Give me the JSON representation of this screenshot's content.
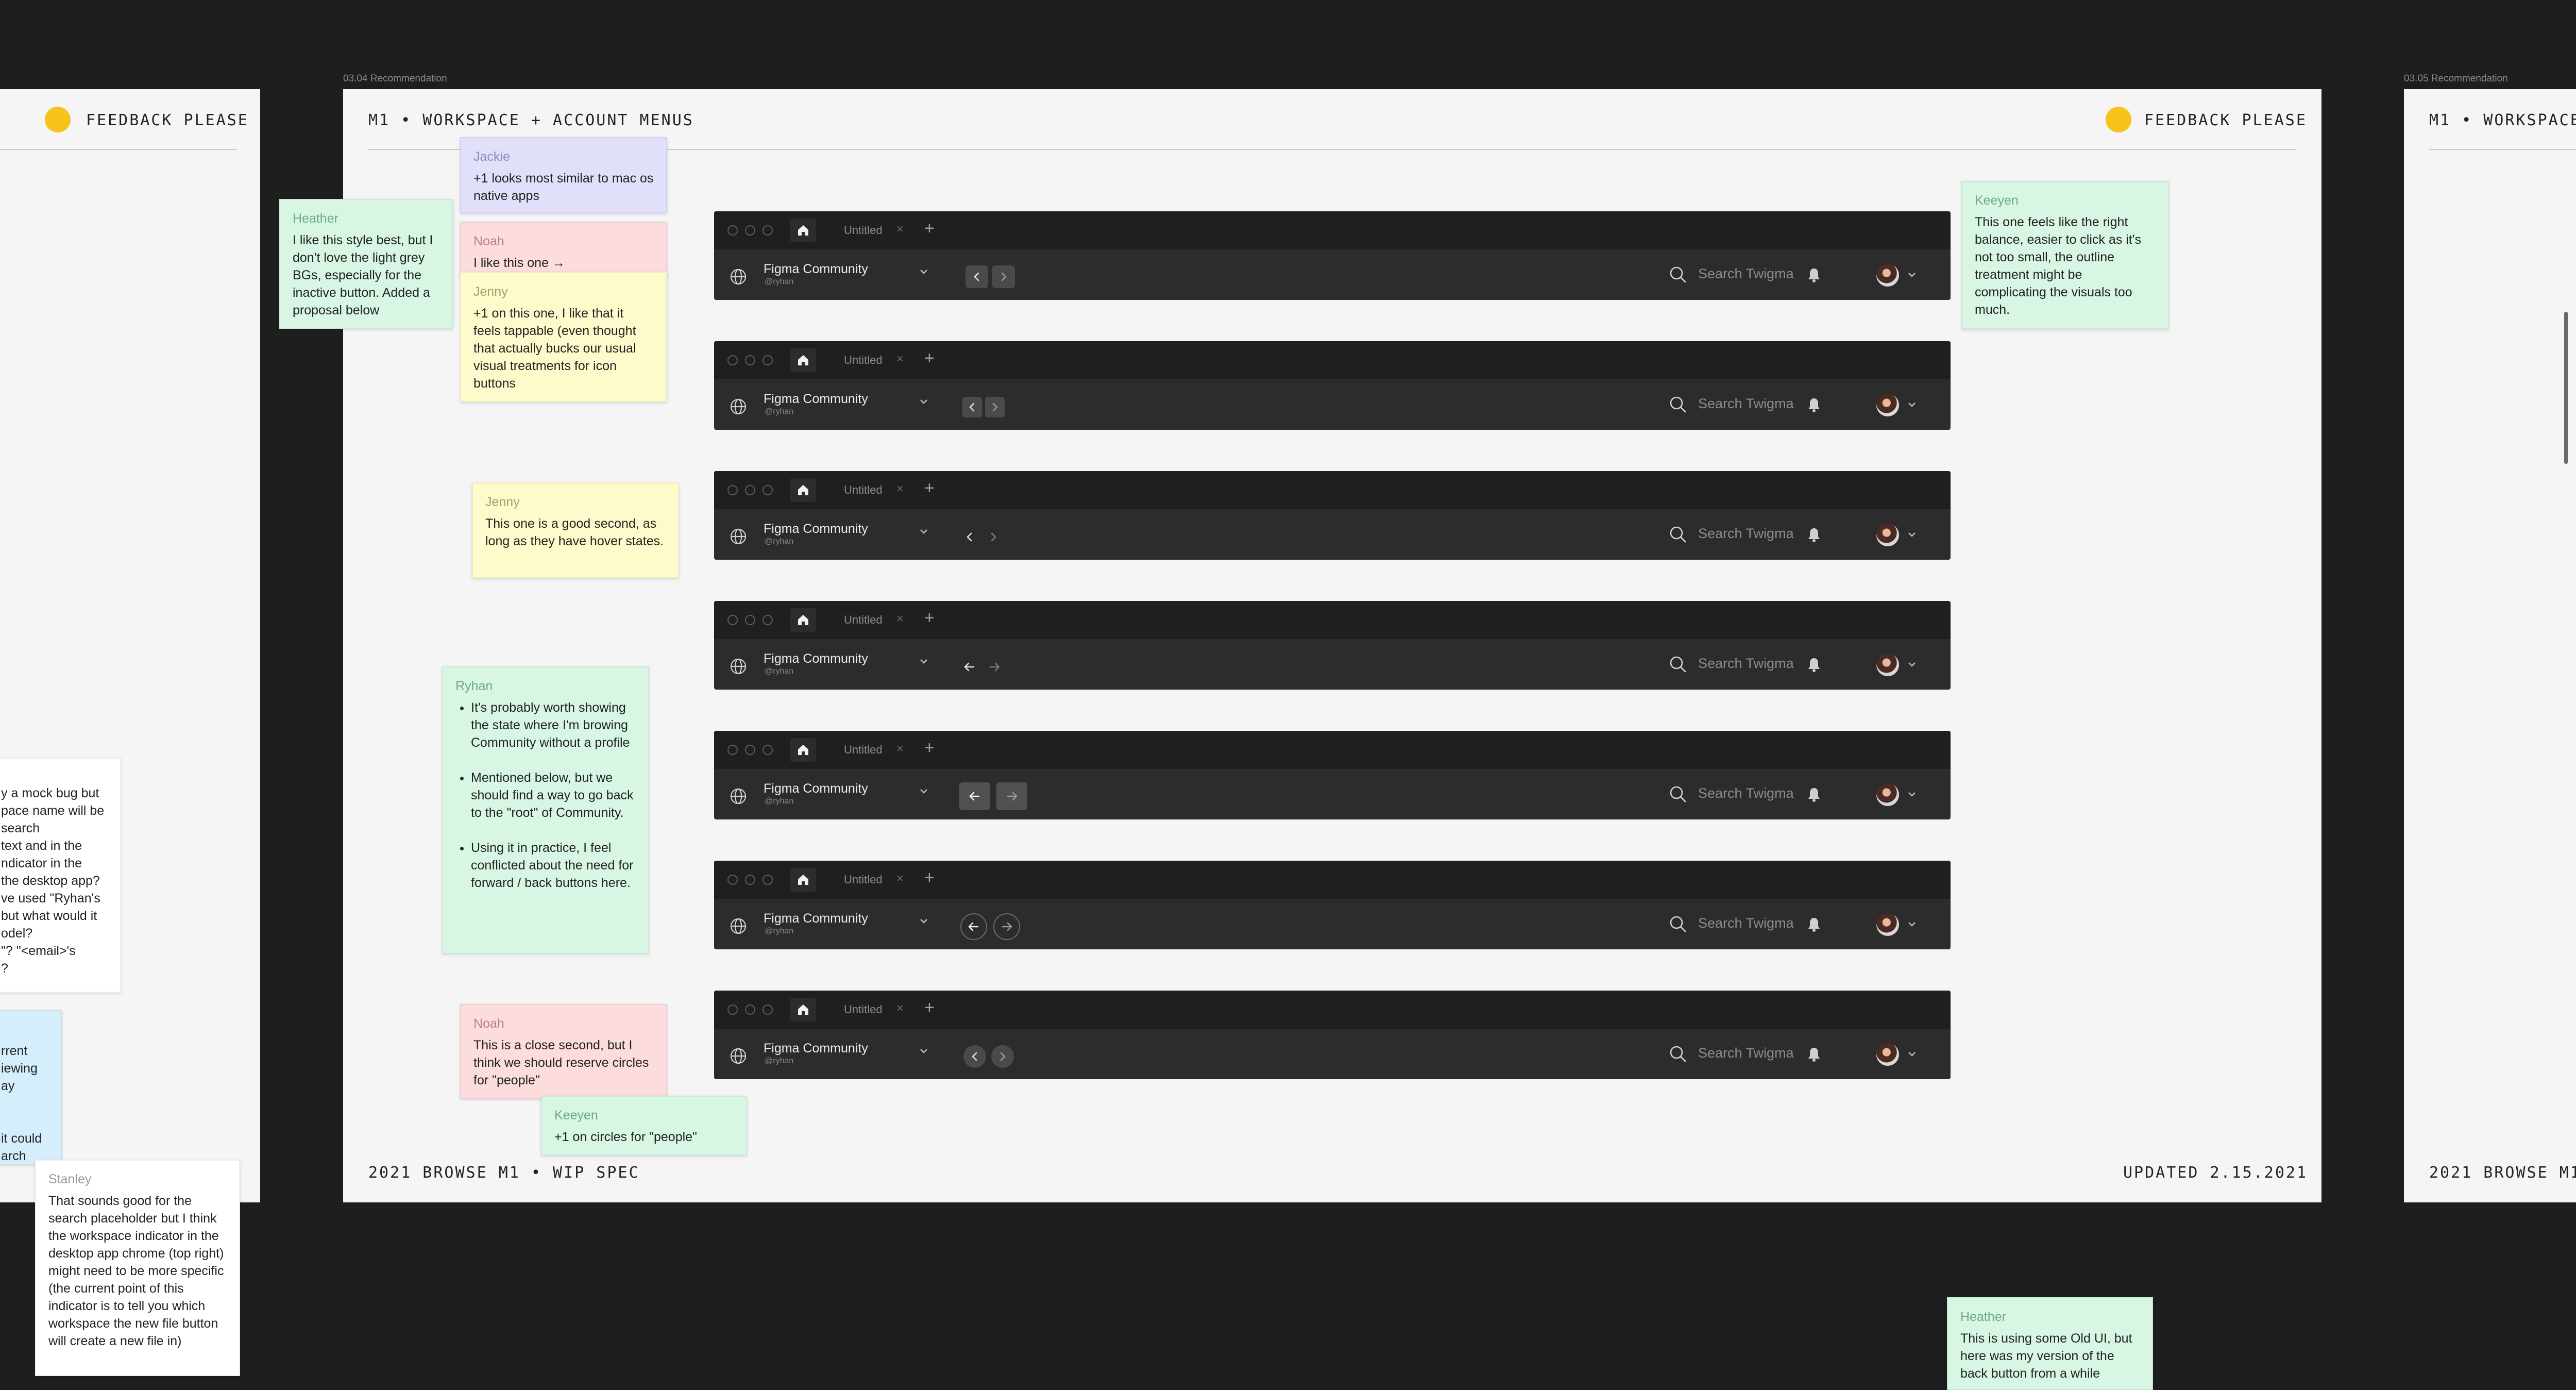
{
  "frames": {
    "left": {
      "header_label": "FEEDBACK PLEASE"
    },
    "main": {
      "label": "03.04 Recommendation",
      "header_title": "M1  •  WORKSPACE + ACCOUNT MENUS",
      "header_label": "FEEDBACK PLEASE",
      "footer_left": "2021 BROWSE M1  •  WIP SPEC",
      "footer_right": "UPDATED 2.15.2021"
    },
    "right": {
      "label": "03.05 Recommendation",
      "header_title": "M1  •  WORKSPACE",
      "footer_left": "2021 BROWSE M1"
    }
  },
  "chrome": {
    "tab_title": "Untitled",
    "tab_close": "×",
    "tab_add": "+",
    "workspace_name": "Figma Community",
    "workspace_user": "@ryhan",
    "search_placeholder": "Search Twigma"
  },
  "notes": {
    "heather_top": {
      "author": "Heather",
      "text": "I like this style best, but I don't love the light grey BGs, especially for the inactive button. Added a proposal below"
    },
    "jackie": {
      "author": "Jackie",
      "text": "+1 looks most similar to mac os native apps"
    },
    "noah_top": {
      "author": "Noah",
      "text": "I like this one →"
    },
    "jenny_top": {
      "author": "Jenny",
      "text": "+1 on this one, I like that it feels tappable (even thought that actually bucks our usual visual treatments for icon buttons"
    },
    "keeyen_top": {
      "author": "Keeyen",
      "text": "This one feels like the right balance, easier to click as it's not too small, the outline treatment might be complicating the visuals too much."
    },
    "jenny_mid": {
      "author": "Jenny",
      "text": "This one is a good second, as long as they have hover states."
    },
    "ryhan": {
      "author": "Ryhan",
      "bullets": [
        "It's probably worth showing the state where I'm browing Community without a profile",
        "Mentioned below, but we should find a way to go back to the \"root\" of Community.",
        "Using it in practice, I feel conflicted about the need for forward / back buttons here."
      ]
    },
    "noah_bottom": {
      "author": "Noah",
      "text": "This is a close second, but I think we should reserve circles for \"people\""
    },
    "keeyen_bottom": {
      "author": "Keeyen",
      "text": "+1 on circles for \"people\""
    },
    "left_white": {
      "lines": [
        "y a mock bug but",
        "pace name will be",
        "search",
        "text and in the",
        "ndicator in the",
        "the desktop app?",
        "ve used \"Ryhan's",
        "but what would it",
        "odel?",
        "\"? \"<email>'s",
        "?"
      ]
    },
    "left_blue": {
      "lines": [
        "rrent",
        "iewing",
        "ay",
        "",
        "",
        "it could",
        "arch"
      ]
    },
    "stanley": {
      "author": "Stanley",
      "text": "That sounds good for the search placeholder but I think the workspace indicator in the desktop app chrome (top right) might need to be more specific (the current point of this indicator is to tell you which workspace the new file button will create a new file in)"
    },
    "heather_bottom": {
      "author": "Heather",
      "text": "This is using some Old UI, but here was my version of the back button from a while"
    }
  },
  "icons": {
    "home": "home-icon",
    "globe": "globe-icon",
    "search": "search-icon",
    "bell": "bell-icon",
    "chevron": "chevron-down-icon",
    "back": "back-arrow-icon",
    "forward": "forward-arrow-icon"
  },
  "colors": {
    "canvas": "#1e1e1e",
    "frame": "#f5f5f5",
    "bar": "#2c2c2c",
    "tabbar": "#1f1f1f",
    "accent_dot": "#f7c21a"
  }
}
